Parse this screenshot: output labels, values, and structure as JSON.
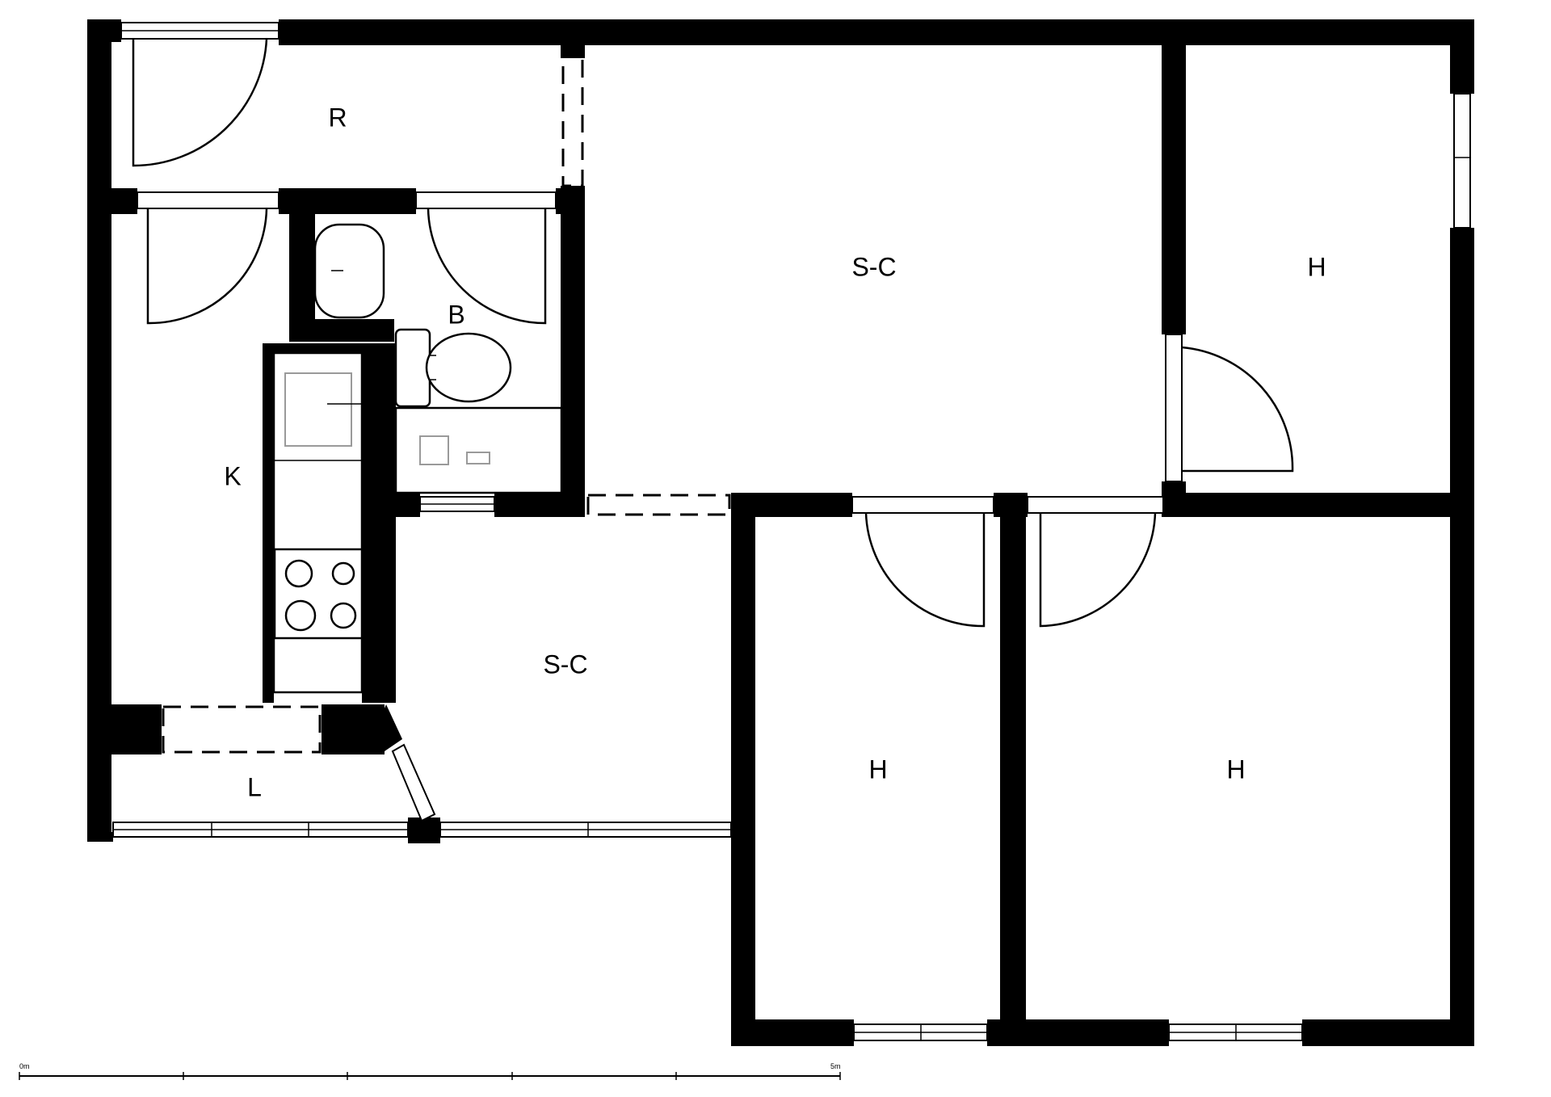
{
  "rooms": {
    "r": "R",
    "b": "B",
    "k": "K",
    "l": "L",
    "sc_upper": "S-C",
    "sc_lower": "S-C",
    "h_upper": "H",
    "h_lower_left": "H",
    "h_lower_right": "H"
  },
  "scale": {
    "start": "0m",
    "end": "5m"
  }
}
